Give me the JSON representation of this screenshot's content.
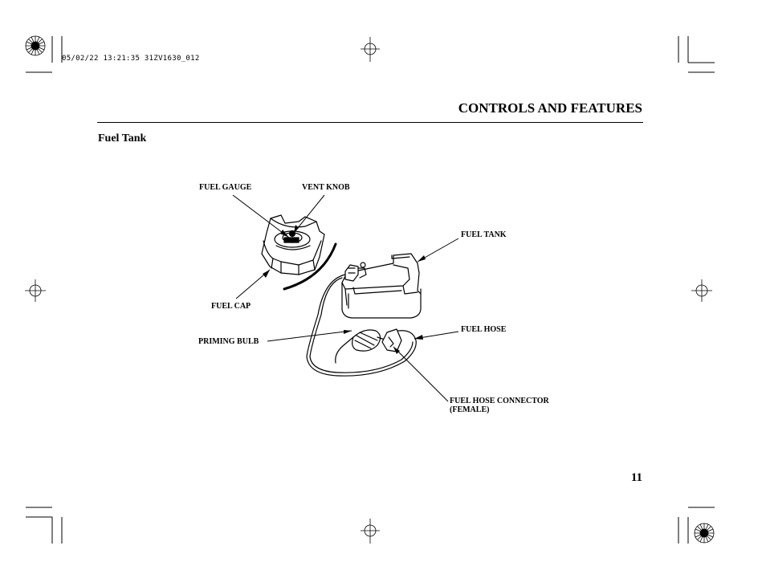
{
  "header": {
    "timestamp": "05/02/22 13:21:35 31ZV1630_012",
    "section_title": "CONTROLS AND FEATURES"
  },
  "subheading": "Fuel Tank",
  "diagram": {
    "labels": {
      "fuel_gauge": "FUEL GAUGE",
      "vent_knob": "VENT KNOB",
      "fuel_tank": "FUEL TANK",
      "fuel_cap": "FUEL CAP",
      "priming_bulb": "PRIMING BULB",
      "fuel_hose": "FUEL HOSE",
      "fuel_hose_connector_line1": "FUEL HOSE CONNECTOR",
      "fuel_hose_connector_line2": "(FEMALE)"
    }
  },
  "footer": {
    "page_number": "11"
  }
}
